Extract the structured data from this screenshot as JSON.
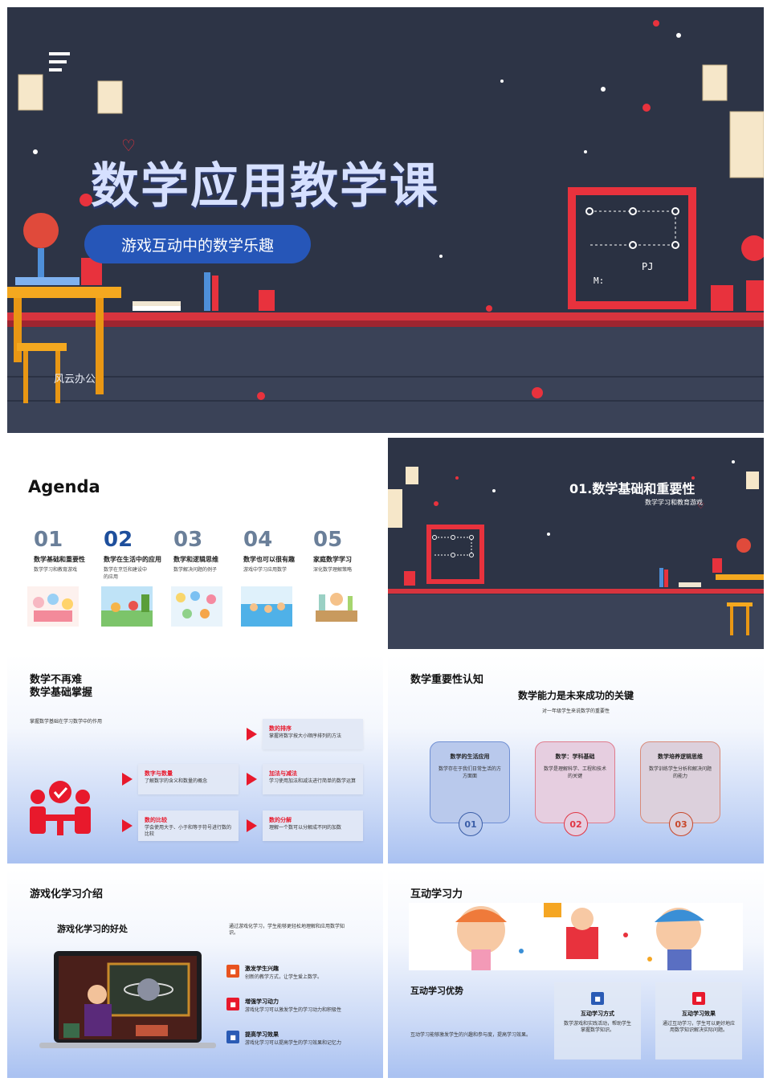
{
  "slide1": {
    "title": "数学应用教学课",
    "subtitle": "游戏互动中的数学乐趣",
    "brand": "风云办公",
    "board_text": "PJ",
    "board_text2": "M:"
  },
  "slide2": {
    "heading": "Agenda",
    "items": [
      {
        "num": "01",
        "title": "数学基础和重要性",
        "desc": "数学学习和教育游戏"
      },
      {
        "num": "02",
        "title": "数学在生活中的应用",
        "desc": "数学在烹饪和建设中的应用"
      },
      {
        "num": "03",
        "title": "数学和逻辑思维",
        "desc": "数学解决问题的例子"
      },
      {
        "num": "04",
        "title": "数学也可以很有趣",
        "desc": "游戏中学习应用数学"
      },
      {
        "num": "05",
        "title": "家庭数学学习",
        "desc": "深化数学理解策略"
      }
    ]
  },
  "slide3": {
    "title": "01.数学基础和重要性",
    "subtitle": "数学学习和教育游戏"
  },
  "slide4": {
    "title_line1": "数学不再难",
    "title_line2": "数学基础掌握",
    "intro": "掌握数学基础在学习数学中的作用",
    "items": [
      {
        "title": "数的排序",
        "desc": "掌握将数字按大小顺序排列的方法"
      },
      {
        "title": "数字与数量",
        "desc": "了解数字的含义和数量的概念"
      },
      {
        "title": "加法与减法",
        "desc": "学习使用加法和减法进行简单的数学运算"
      },
      {
        "title": "数的比较",
        "desc": "学会使用大于、小于和等于符号进行数的比较"
      },
      {
        "title": "数的分解",
        "desc": "理解一个数可以分解成不同的加数"
      }
    ]
  },
  "slide5": {
    "title": "数学重要性认知",
    "headline": "数学能力是未来成功的关键",
    "sub": "对一年级学生来说数学的重要性",
    "cards": [
      {
        "title": "数学的生活应用",
        "desc": "数学存在于我们日常生活的方方面面",
        "num": "01",
        "color": "#3b5ea8",
        "fill": "#b9c9ec",
        "border": "#6f8fd3"
      },
      {
        "title": "数学：学科基础",
        "desc": "数学是理解科学、工程和技术的关键",
        "num": "02",
        "color": "#e03645",
        "fill": "#e9cde0",
        "border": "#e07b8c"
      },
      {
        "title": "数学培养逻辑思维",
        "desc": "数学训练学生分析和解决问题的能力",
        "num": "03",
        "color": "#c8472a",
        "fill": "#ddd0dc",
        "border": "#d98a78"
      }
    ]
  },
  "slide6": {
    "title": "游戏化学习介绍",
    "subtitle": "游戏化学习的好处",
    "intro": "通过游戏化学习，学生能够更轻松地理解和应用数学知识。",
    "items": [
      {
        "title": "激发学生兴趣",
        "desc": "创新的教学方式，让学生爱上数学。",
        "color": "#e8531f"
      },
      {
        "title": "增强学习动力",
        "desc": "游戏化学习可以激发学生的学习动力和积极性",
        "color": "#e8192c"
      },
      {
        "title": "提高学习效果",
        "desc": "游戏化学习可以提高学生的学习效果和记忆力",
        "color": "#2a5bb5"
      }
    ]
  },
  "slide7": {
    "title": "互动学习力",
    "section": "互动学习优势",
    "intro": "互动学习能够激发学生的兴趣和参与度，提高学习效果。",
    "cards": [
      {
        "title": "互动学习方式",
        "desc": "数学游戏和实践活动，帮助学生掌握数学知识。",
        "color": "#2a5bb5"
      },
      {
        "title": "互动学习效果",
        "desc": "通过互动学习，学生可以更好地应用数学知识解决实际问题。",
        "color": "#e8192c"
      }
    ]
  }
}
